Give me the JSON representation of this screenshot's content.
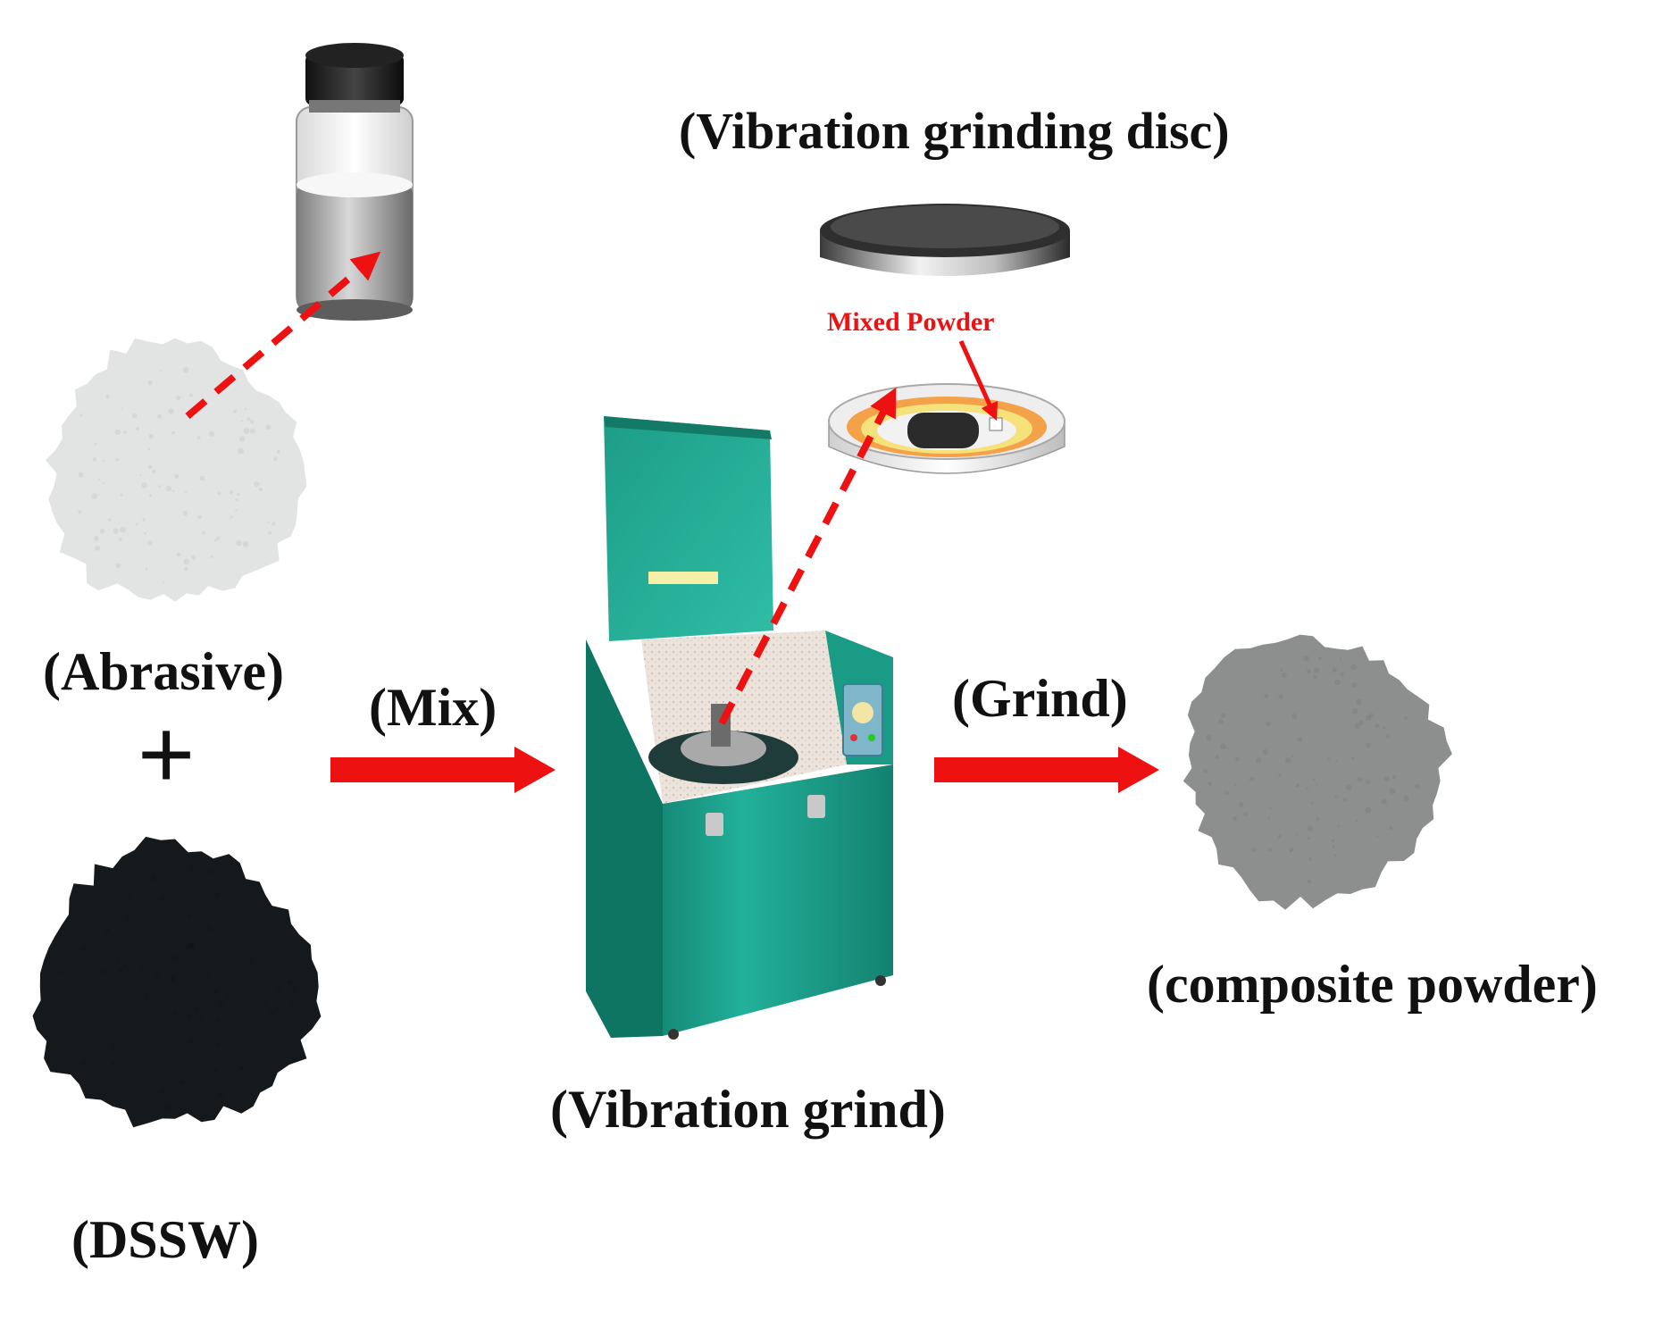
{
  "labels": {
    "abrasive": "(Abrasive)",
    "plus": "+",
    "dssw": "(DSSW)",
    "mix": "(Mix)",
    "grind": "(Grind)",
    "vibration_grind": "(Vibration grind)",
    "vibration_grinding_disc": "(Vibration grinding disc)",
    "mixed_powder": "Mixed Powder",
    "composite_powder": "(composite powder)"
  },
  "colors": {
    "arrow": "#ee1111",
    "abrasive_powder": "#e2e3e3",
    "dssw_powder": "#16191c",
    "composite_powder": "#8d8e8e",
    "machine": "#1fa892",
    "disc_ring_outer": "#f4a24a",
    "disc_ring_inner": "#f6e27a"
  },
  "icons": {
    "bottle": "bottle-icon",
    "machine": "vibration-mill-icon",
    "disc_lid": "disc-lid-icon",
    "disc_bowl": "disc-bowl-icon"
  }
}
